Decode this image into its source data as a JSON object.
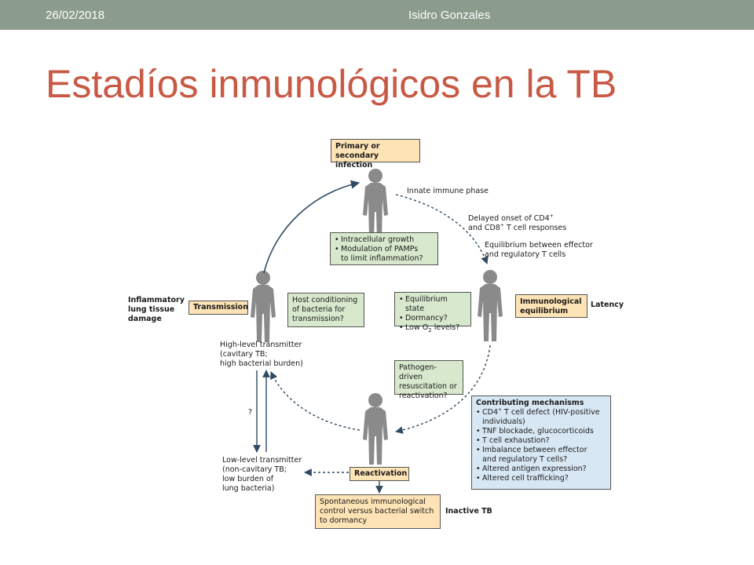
{
  "header": {
    "date": "26/02/2018",
    "author": "Isidro Gonzales"
  },
  "slide": {
    "title": "Estadíos inmunológicos en la TB"
  },
  "diagram": {
    "primary_infection": "Primary or\nsecondary infection",
    "innate_phase": "Innate immune phase",
    "delayed_onset_pre": "Delayed onset of CD4",
    "delayed_onset_mid": "and CD8",
    "delayed_onset_post": " T cell responses",
    "sup_plus": "+",
    "equilibrium_effector": "Equilibrium between effector\nand regulatory T cells",
    "growth_items": [
      "Intracellular growth",
      "Modulation of PAMPs\nto limit inflammation?"
    ],
    "equilibrium_items": [
      "Equilibrium state",
      "Dormancy?"
    ],
    "low_o2_pre": "Low O",
    "low_o2_sub": "2",
    "low_o2_post": " levels?",
    "immunological_equilibrium": "Immunological\nequilibrium",
    "latency": "Latency",
    "inflammatory_damage": "Inflammatory\nlung tissue\ndamage",
    "transmission": "Transmission",
    "host_conditioning": "Host conditioning\nof bacteria for\ntransmission?",
    "high_level": "High-level transmitter\n(cavitary TB;\nhigh bacterial burden)",
    "question_mark": "?",
    "pathogen_driven": "Pathogen-driven\nresuscitation or\nreactivation?",
    "contributing_title": "Contributing mechanisms",
    "cd4_defect_pre": "CD4",
    "cd4_defect_post": " T cell defect (HIV-positive\nindividuals)",
    "contributing_items": [
      "TNF blockade, glucocorticoids",
      "T cell exhaustion?",
      "Imbalance between effector\nand regulatory T cells?",
      "Altered antigen expression?",
      "Altered cell trafficking?"
    ],
    "low_level": "Low-level transmitter\n(non-cavitary TB;\nlow burden of\nlung bacteria)",
    "reactivation": "Reactivation",
    "spontaneous": "Spontaneous immunological\ncontrol versus bacterial switch\nto dormancy",
    "inactive_tb": "Inactive TB"
  },
  "colors": {
    "title": "#c85a45",
    "header_bar": "#8c9c8c",
    "orange_box": "#fde3b5",
    "green_box": "#d7e8cd",
    "blue_box": "#d8e7f4",
    "figure": "#8a8a8a",
    "arrow": "#2f4a62"
  }
}
